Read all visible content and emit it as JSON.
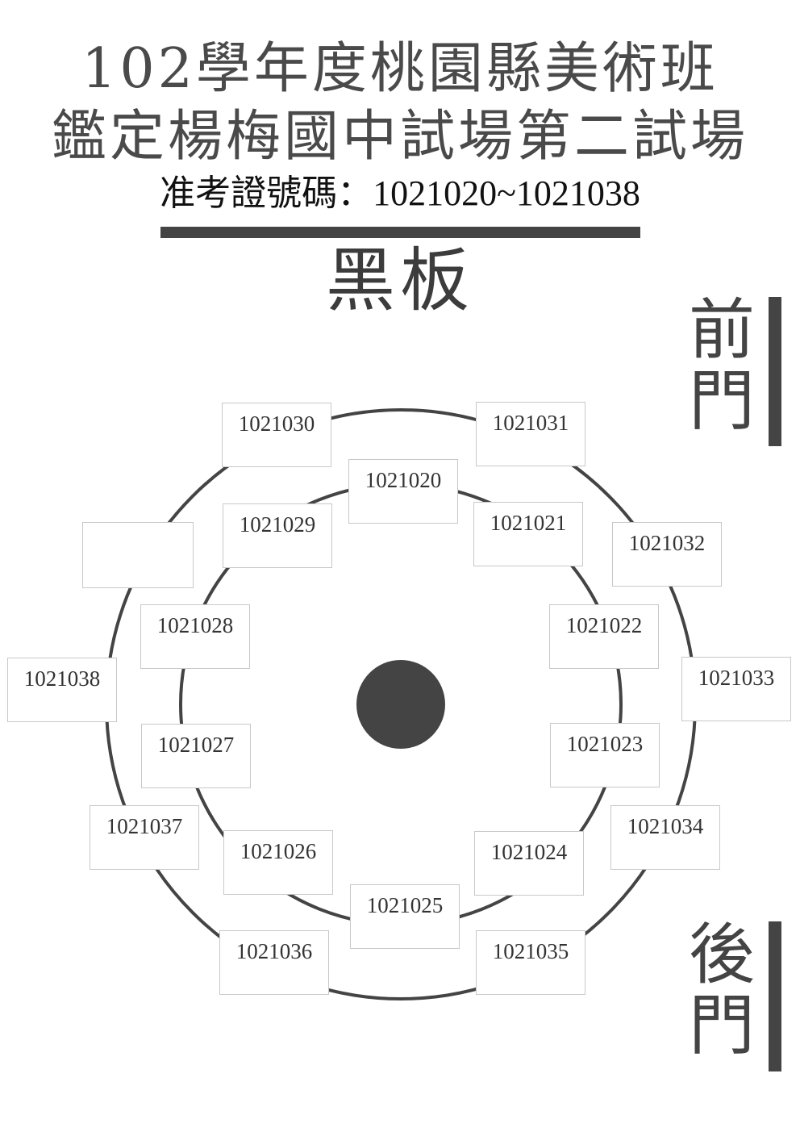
{
  "header": {
    "title_line1": "102學年度桃園縣美術班",
    "title_line2": "鑑定楊梅國中試場第二試場",
    "range_label": "准考證號碼：",
    "range_value": "1021020~1021038"
  },
  "blackboard_label": "黑板",
  "doors": {
    "front": "前門",
    "back": "後門"
  },
  "seats": {
    "s1020": "1021020",
    "s1021": "1021021",
    "s1022": "1021022",
    "s1023": "1021023",
    "s1024": "1021024",
    "s1025": "1021025",
    "s1026": "1021026",
    "s1027": "1021027",
    "s1028": "1021028",
    "s1029": "1021029",
    "s1030": "1021030",
    "s1031": "1021031",
    "s1032": "1021032",
    "s1033": "1021033",
    "s1034": "1021034",
    "s1035": "1021035",
    "s1036": "1021036",
    "s1037": "1021037",
    "s1038": "1021038",
    "empty": ""
  },
  "colors": {
    "ink": "#444444",
    "seat_border": "#c8c8c8",
    "background": "#ffffff"
  }
}
